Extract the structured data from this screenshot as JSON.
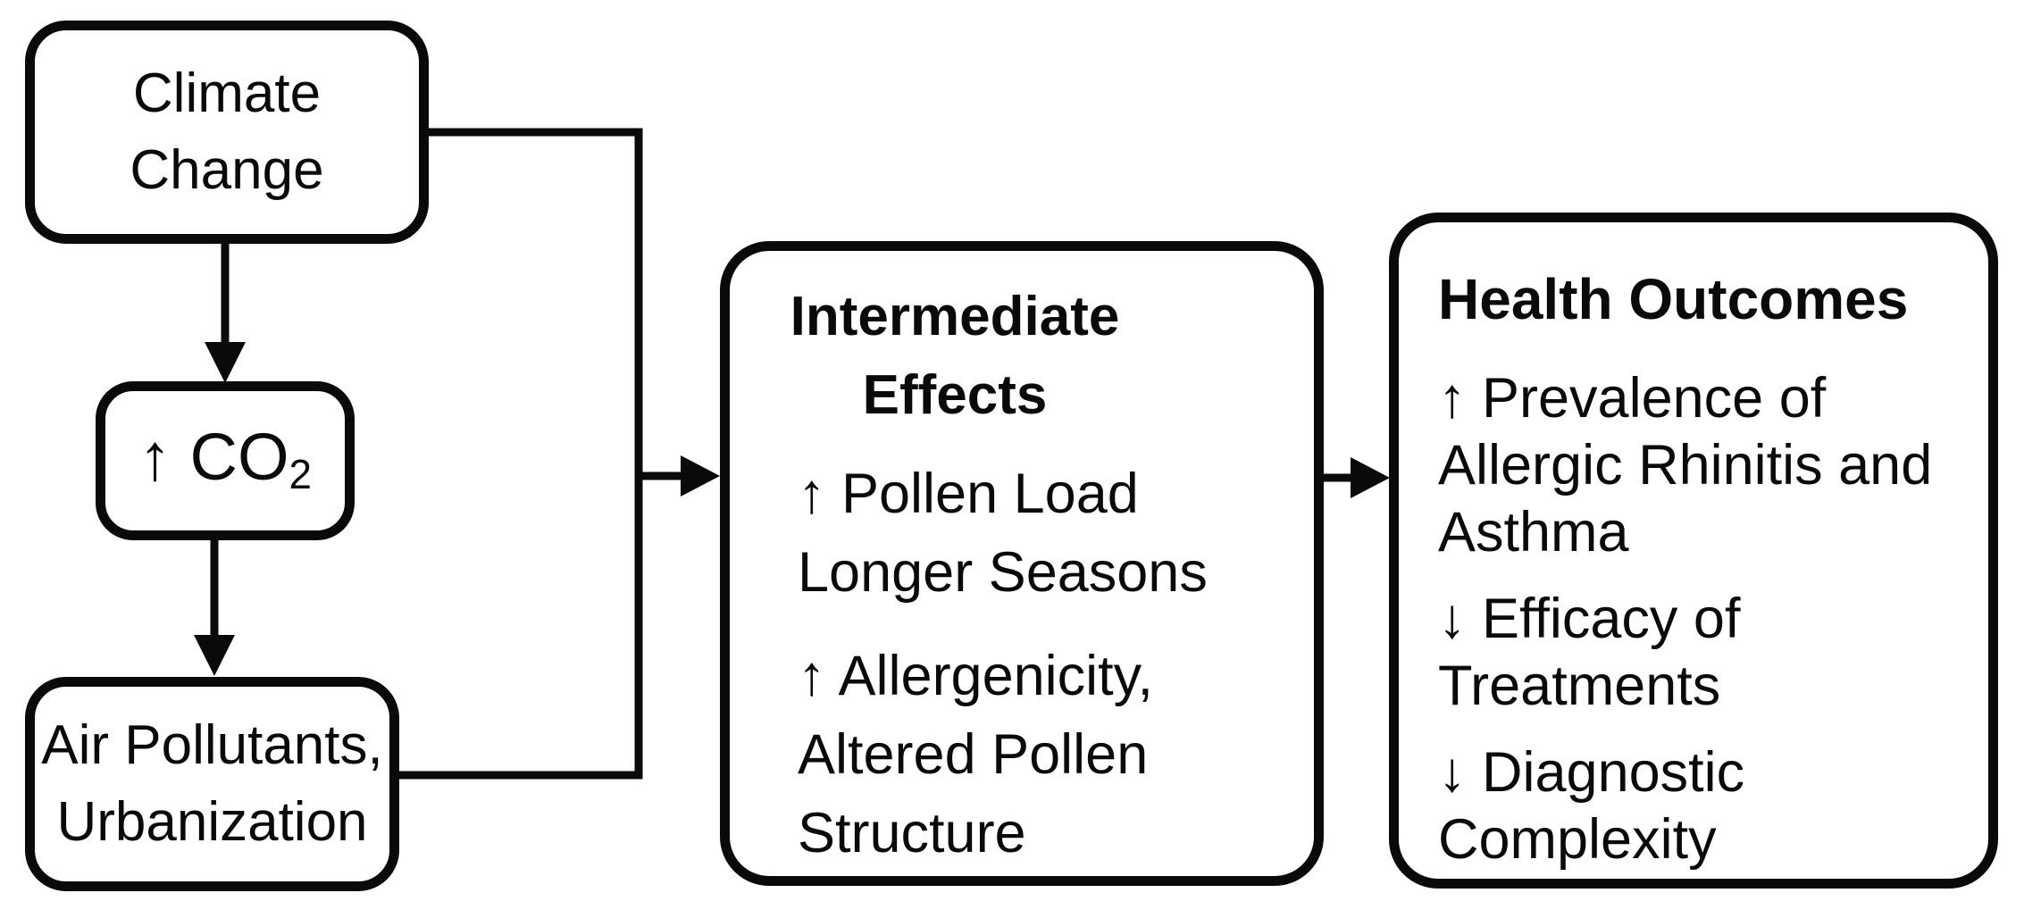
{
  "palette": {
    "ink": "#0a0a0a",
    "background": "#ffffff"
  },
  "boxes": {
    "climate": {
      "label": "Climate Change"
    },
    "co2": {
      "text": "↑ CO",
      "subscript": "2"
    },
    "air": {
      "label": "Air Pollutants, Urbanization"
    },
    "intermediate": {
      "title": "Intermediate Effects",
      "items": [
        "↑ Pollen Load",
        "Longer Seasons",
        "↑ Allergenicity, Altered Pollen Structure"
      ]
    },
    "health": {
      "title": "Health Outcomes",
      "items": [
        "↑ Prevalence of Allergic Rhinitis and Asthma",
        "↓ Efficacy of Treatments",
        "↓ Diagnostic Complexity"
      ]
    }
  }
}
